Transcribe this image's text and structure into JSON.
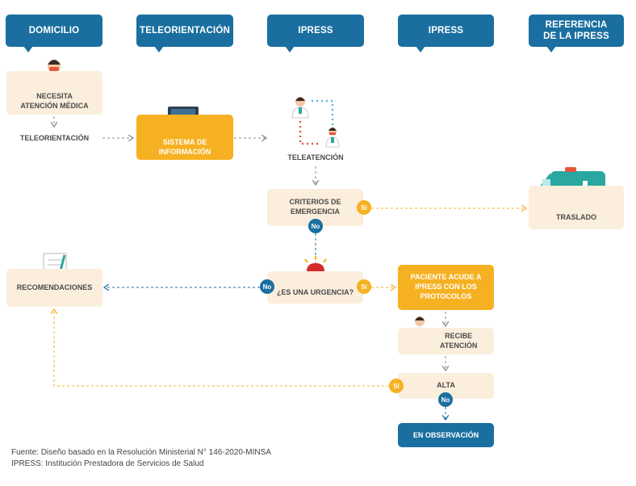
{
  "headers": [
    "DOMICILIO",
    "TELEORIENTACIÓN",
    "IPRESS",
    "IPRESS",
    "REFERENCIA\nDE LA IPRESS"
  ],
  "nodes": {
    "necesita": "NECESITA\nATENCIÓN MÉDICA",
    "teleorientacion": "TELEORIENTACIÓN",
    "sistema": "SISTEMA DE\nINFORMACIÓN",
    "teleatencion": "TELEATENCIÓN",
    "criterios": "CRITERIOS DE\nEMERGENCIA",
    "traslado": "TRASLADO",
    "urgencia": "¿ES UNA URGENCIA?",
    "recomendaciones": "RECOMENDACIONES",
    "paciente": "PACIENTE ACUDE A\nIPRESS CON LOS\nPROTOCOLOS",
    "recibe": "RECIBE\nATENCIÓN",
    "alta": "ALTA",
    "observacion": "EN OBSERVACIÓN"
  },
  "decisions": {
    "si": "Sí",
    "no": "No"
  },
  "footer": {
    "source": "Fuente: Diseño basado en la Resolución Ministerial N° 146-2020-MINSA",
    "note": "IPRESS: Institución Prestadora de Servicios de Salud"
  },
  "colors": {
    "blue": "#1a6fa0",
    "orange": "#f6b122",
    "cream": "#fbeedd",
    "teal": "#2aa7a0"
  }
}
